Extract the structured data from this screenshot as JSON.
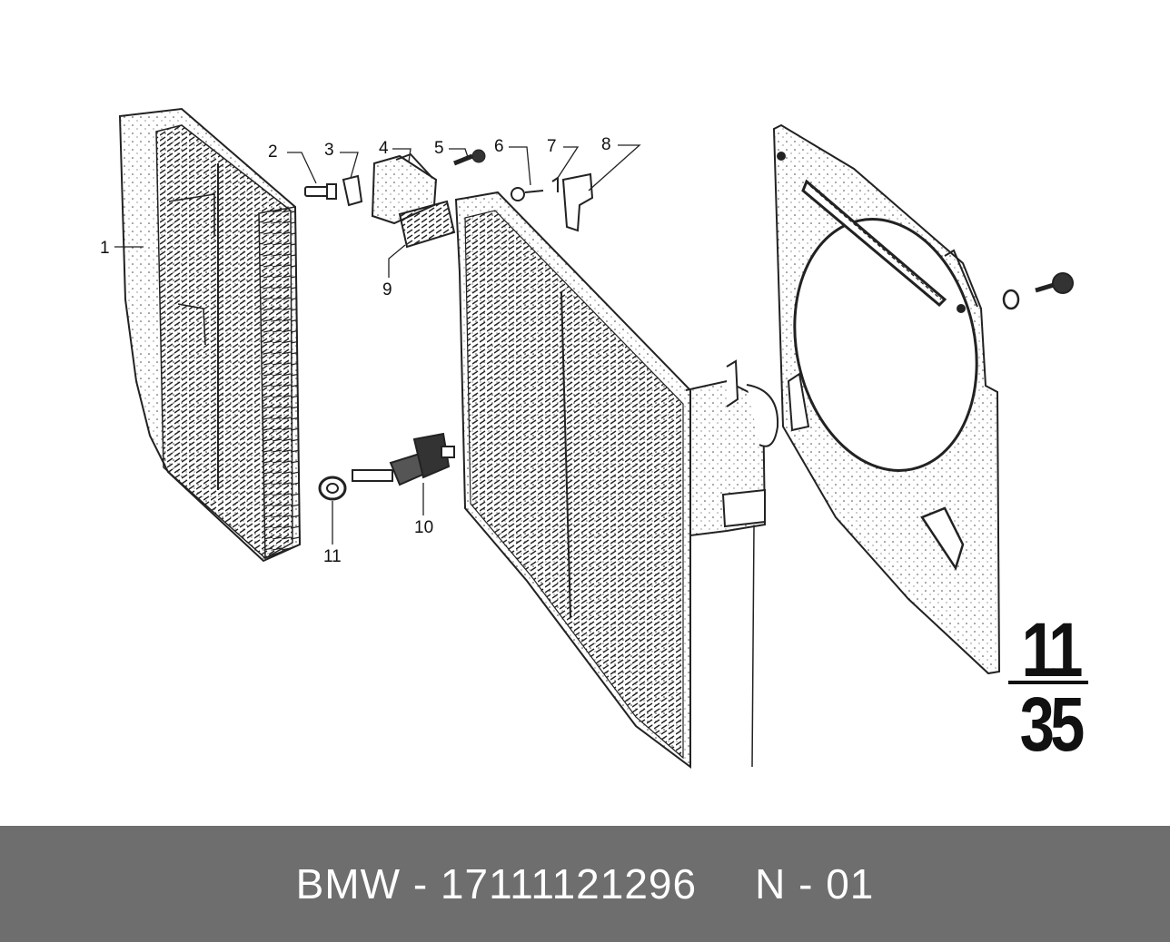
{
  "callouts": {
    "c1": "1",
    "c2": "2",
    "c3": "3",
    "c4": "4",
    "c5": "5",
    "c6": "6",
    "c7": "7",
    "c8": "8",
    "c9": "9",
    "c10": "10",
    "c11": "11"
  },
  "group_code": {
    "top": "11",
    "bottom": "35"
  },
  "footer": {
    "part": "BMW - 17111121296",
    "variant": "N - 01"
  },
  "colors": {
    "footer_bg": "#6e6e6e",
    "ink": "#111111",
    "footer_text": "#ffffff"
  }
}
